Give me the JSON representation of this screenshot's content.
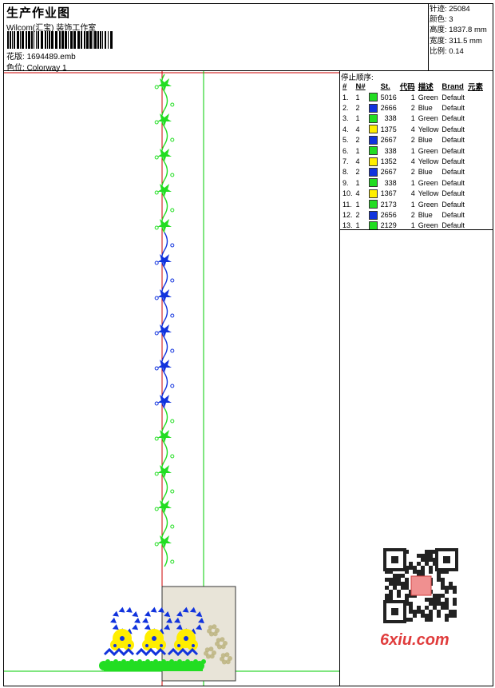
{
  "header": {
    "title": "生产作业图",
    "company": "Wilcom(汇宝) 装饰工作室",
    "design_label": "花版:",
    "design_value": "1694489.emb",
    "color_label": "色位:",
    "color_value": "Colorway 1"
  },
  "stats": [
    {
      "label": "针迹:",
      "value": "25084"
    },
    {
      "label": "颜色:",
      "value": "3"
    },
    {
      "label": "高度:",
      "value": "1837.8 mm"
    },
    {
      "label": "宽度:",
      "value": "311.5 mm"
    },
    {
      "label": "比例:",
      "value": "0.14"
    }
  ],
  "sequence": {
    "title": "停止顺序:",
    "columns": [
      "#",
      "N#",
      "St.",
      "代码",
      "描述",
      "Brand",
      "元素"
    ],
    "rows": [
      {
        "idx": "1.",
        "n": "1",
        "st": "5016",
        "code": "1",
        "desc": "Green",
        "brand": "Default",
        "color": "#22dd22"
      },
      {
        "idx": "2.",
        "n": "2",
        "st": "2666",
        "code": "2",
        "desc": "Blue",
        "brand": "Default",
        "color": "#1133dd"
      },
      {
        "idx": "3.",
        "n": "1",
        "st": "338",
        "code": "1",
        "desc": "Green",
        "brand": "Default",
        "color": "#22dd22"
      },
      {
        "idx": "4.",
        "n": "4",
        "st": "1375",
        "code": "4",
        "desc": "Yellow",
        "brand": "Default",
        "color": "#ffee00"
      },
      {
        "idx": "5.",
        "n": "2",
        "st": "2667",
        "code": "2",
        "desc": "Blue",
        "brand": "Default",
        "color": "#1133dd"
      },
      {
        "idx": "6.",
        "n": "1",
        "st": "338",
        "code": "1",
        "desc": "Green",
        "brand": "Default",
        "color": "#22dd22"
      },
      {
        "idx": "7.",
        "n": "4",
        "st": "1352",
        "code": "4",
        "desc": "Yellow",
        "brand": "Default",
        "color": "#ffee00"
      },
      {
        "idx": "8.",
        "n": "2",
        "st": "2667",
        "code": "2",
        "desc": "Blue",
        "brand": "Default",
        "color": "#1133dd"
      },
      {
        "idx": "9.",
        "n": "1",
        "st": "338",
        "code": "1",
        "desc": "Green",
        "brand": "Default",
        "color": "#22dd22"
      },
      {
        "idx": "10.",
        "n": "4",
        "st": "1367",
        "code": "4",
        "desc": "Yellow",
        "brand": "Default",
        "color": "#ffee00"
      },
      {
        "idx": "11.",
        "n": "1",
        "st": "2173",
        "code": "1",
        "desc": "Green",
        "brand": "Default",
        "color": "#22dd22"
      },
      {
        "idx": "12.",
        "n": "2",
        "st": "2656",
        "code": "2",
        "desc": "Blue",
        "brand": "Default",
        "color": "#1133dd"
      },
      {
        "idx": "13.",
        "n": "1",
        "st": "2129",
        "code": "1",
        "desc": "Green",
        "brand": "Default",
        "color": "#22dd22"
      }
    ]
  },
  "colors": {
    "green": "#22dd22",
    "blue": "#1133dd",
    "yellow": "#ffee00",
    "red_guide": "#cc0000",
    "green_guide": "#00cc00"
  },
  "watermark": "6xiu.com"
}
